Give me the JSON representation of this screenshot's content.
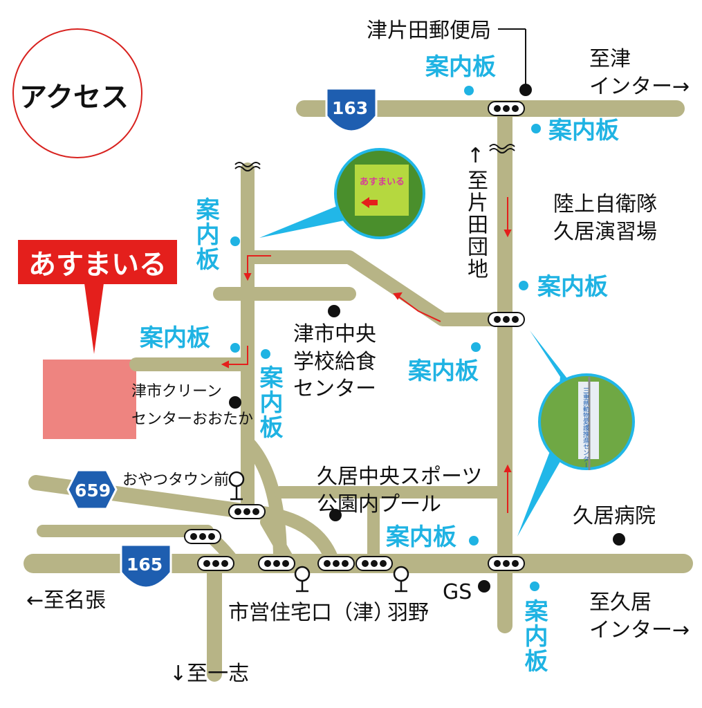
{
  "title": "アクセス",
  "destination": "あすまいる",
  "routes": {
    "r163": "163",
    "r165": "165",
    "r659": "659"
  },
  "directions": {
    "to_tsu_ic": [
      "至津",
      "インター→"
    ],
    "to_katada_danchi": "↑至片田団地",
    "to_nabari": "←至名張",
    "to_isshi": "↓至一志",
    "to_hisai_ic": [
      "至久居",
      "インター→"
    ]
  },
  "landmarks": {
    "katada_post": "津片田郵便局",
    "jsdf": [
      "陸上自衛隊",
      "久居演習場"
    ],
    "lunch_center": [
      "津市中央",
      "学校給食",
      "センター"
    ],
    "clean_center": [
      "津市クリーン",
      "センターおおたか"
    ],
    "sports_park": [
      "久居中央スポーツ",
      "公園内プール"
    ],
    "hisai_hospital": "久居病院",
    "gs": "GS"
  },
  "bus_stops": {
    "oyatsu_town": "おやつタウン前",
    "shiei_jutaku": "市営住宅口（津）",
    "hano": "羽野"
  },
  "signboard_label": "案内板",
  "photos": {
    "sign1_text": "あすまいる",
    "sign2_text": "三重県動物愛護推進センター"
  },
  "colors": {
    "road": "#b7b486",
    "accent_cyan": "#1fb3e3",
    "brand_red": "#e41f1c",
    "destination_block": "#ee8480",
    "route_shield": "#1e5eb0"
  }
}
